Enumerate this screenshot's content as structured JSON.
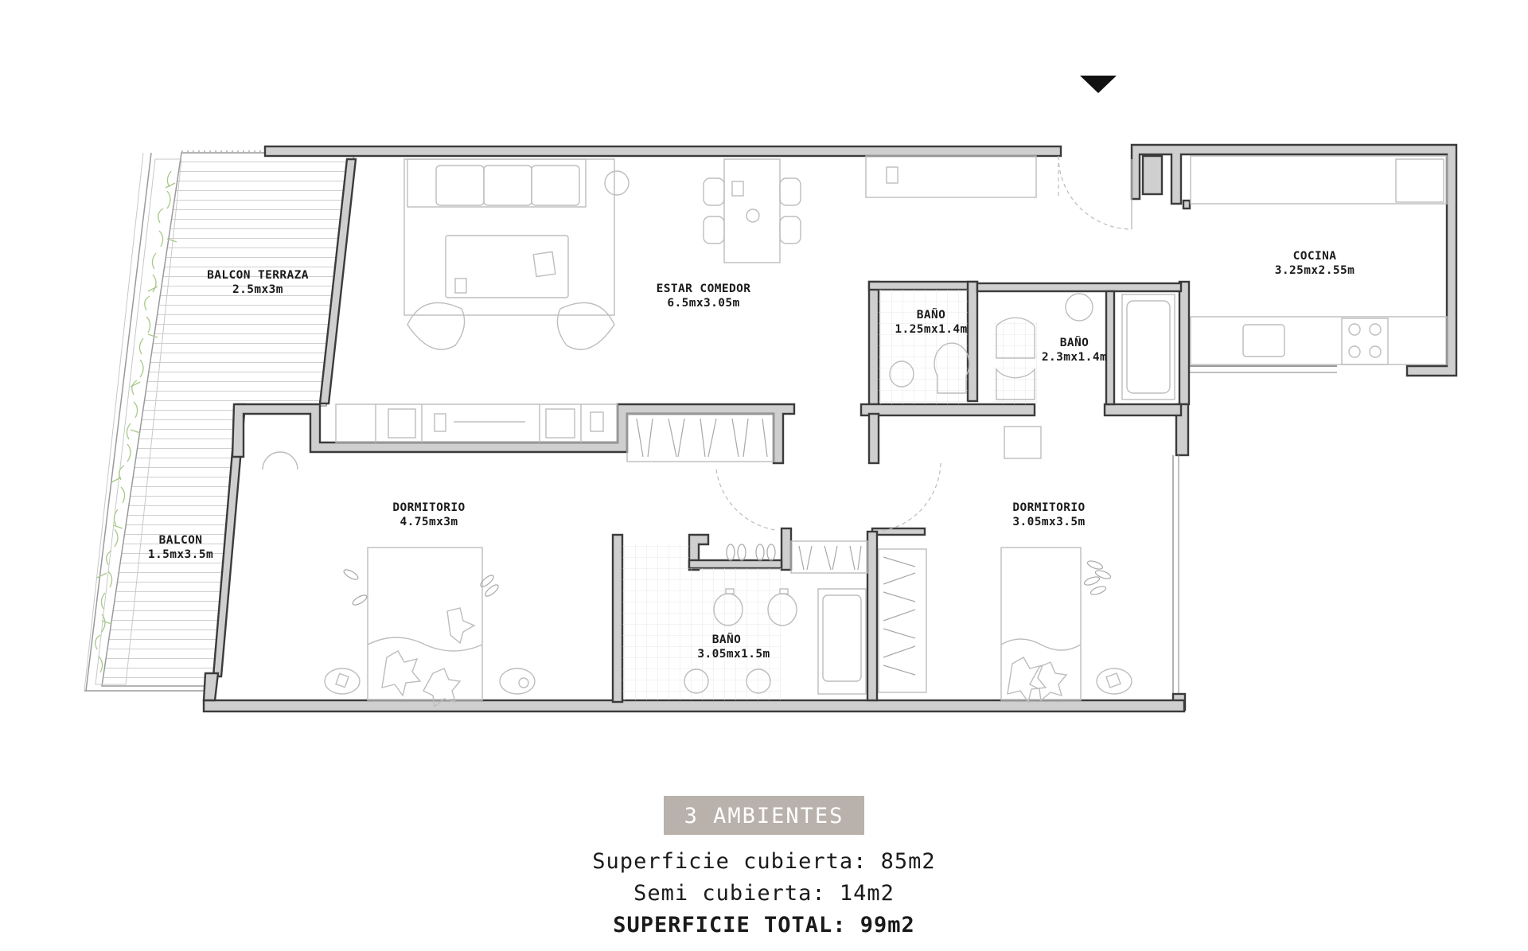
{
  "rooms": {
    "balcon_terraza": {
      "name": "BALCON TERRAZA",
      "size": "2.5mx3m"
    },
    "estar_comedor": {
      "name": "ESTAR COMEDOR",
      "size": "6.5mx3.05m"
    },
    "cocina": {
      "name": "COCINA",
      "size": "3.25mx2.55m"
    },
    "bano_small": {
      "name": "BAÑO",
      "size": "1.25mx1.4m"
    },
    "bano_mid": {
      "name": "BAÑO",
      "size": "2.3mx1.4m"
    },
    "dormitorio_left": {
      "name": "DORMITORIO",
      "size": "4.75mx3m"
    },
    "dormitorio_right": {
      "name": "DORMITORIO",
      "size": "3.05mx3.5m"
    },
    "balcon": {
      "name": "BALCON",
      "size": "1.5mx3.5m"
    },
    "bano_bottom": {
      "name": "BAÑO",
      "size": "3.05mx1.5m"
    }
  },
  "icons": {
    "entrance": "entrance-arrow-icon"
  },
  "colors": {
    "badge_bg": "#b9b1ab",
    "walls": "#cfcfcf",
    "plants": "#a8c98a"
  },
  "summary": {
    "badge": "3 AMBIENTES",
    "covered": "Superficie cubierta: 85m2",
    "semi": "Semi cubierta: 14m2",
    "total": "SUPERFICIE TOTAL: 99m2"
  }
}
